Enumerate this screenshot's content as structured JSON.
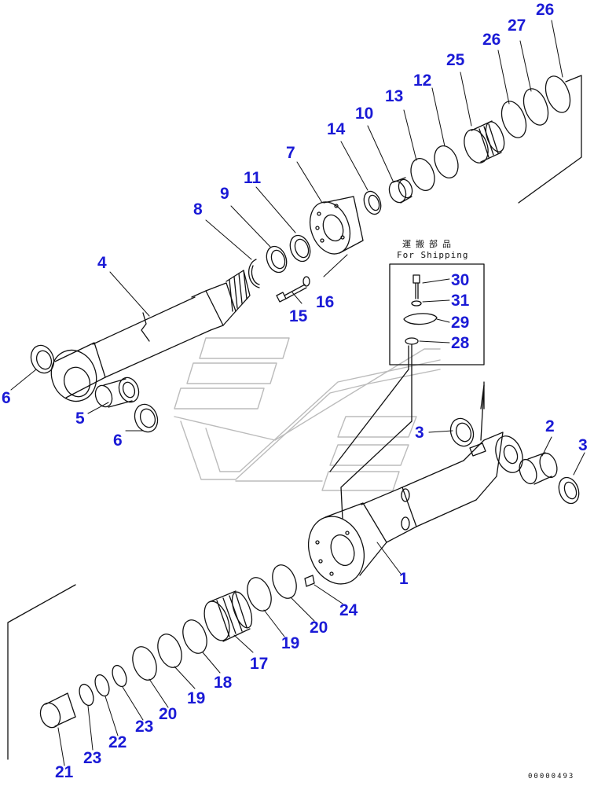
{
  "shipping_box": {
    "label_jp": "運搬部品",
    "label_en": "For Shipping"
  },
  "document_id": "00000493",
  "callouts": {
    "c1": "1",
    "c2": "2",
    "c3a": "3",
    "c3b": "3",
    "c4": "4",
    "c5": "5",
    "c6a": "6",
    "c6b": "6",
    "c7": "7",
    "c8": "8",
    "c9": "9",
    "c10": "10",
    "c11": "11",
    "c12": "12",
    "c13": "13",
    "c14": "14",
    "c15": "15",
    "c16": "16",
    "c17": "17",
    "c18": "18",
    "c19a": "19",
    "c19b": "19",
    "c20a": "20",
    "c20b": "20",
    "c21": "21",
    "c22": "22",
    "c23a": "23",
    "c23b": "23",
    "c24": "24",
    "c25": "25",
    "c26a": "26",
    "c26b": "26",
    "c27": "27",
    "c28": "28",
    "c29": "29",
    "c30": "30",
    "c31": "31"
  },
  "colors": {
    "callout": "#1a1ad6",
    "line": "#111111",
    "watermark": "#bbbbbb"
  }
}
